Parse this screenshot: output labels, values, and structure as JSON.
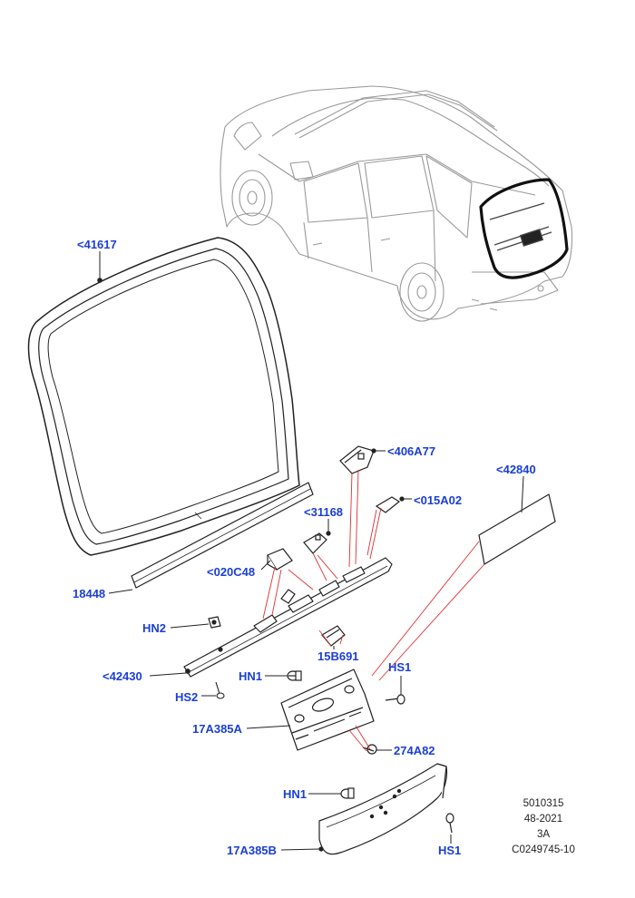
{
  "callouts": {
    "c41617": "<41617",
    "c406A77": "<406A77",
    "c42840": "<42840",
    "c015A02": "<015A02",
    "c31168": "<31168",
    "c020C48": "<020C48",
    "c18448": "18448",
    "cHN2": "HN2",
    "c15B691": "15B691",
    "c42430": "<42430",
    "cHN1a": "HN1",
    "cHS1a": "HS1",
    "cHS2": "HS2",
    "c17A385A": "17A385A",
    "c274A82": "274A82",
    "cHN1b": "HN1",
    "c17A385B": "17A385B",
    "cHS1b": "HS1"
  },
  "reference": {
    "line1": "5010315",
    "line2": "48-2021",
    "line3": "3A",
    "line4": "C0249745-10"
  },
  "colors": {
    "callout": "#1a3fd6",
    "leader_red": "#e03030",
    "line": "#222222",
    "car": "#9a9a9a"
  }
}
